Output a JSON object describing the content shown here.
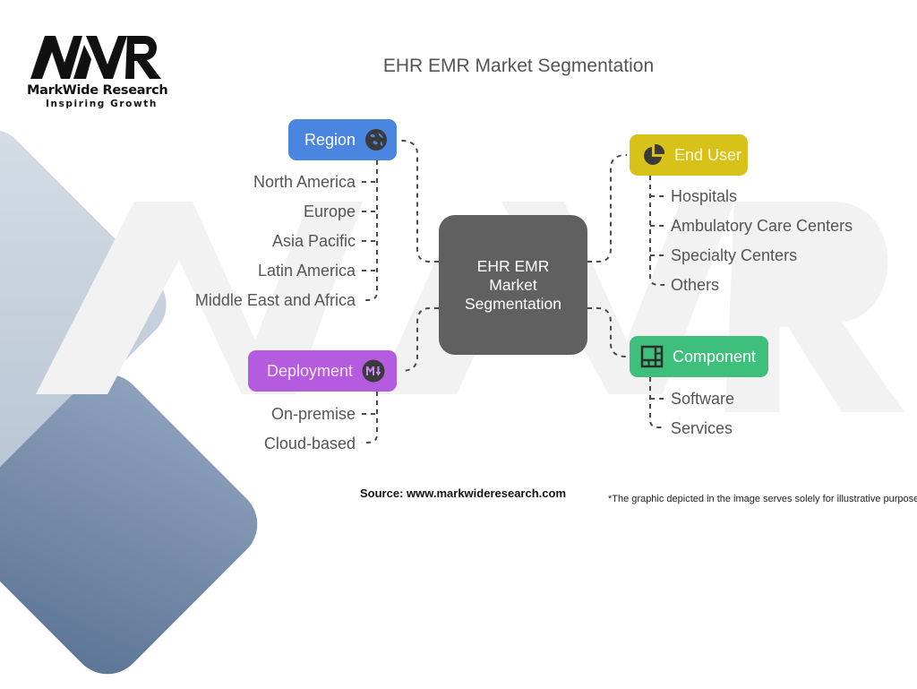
{
  "brand": {
    "logo_text": "MWR",
    "name": "MarkWide Research",
    "tagline": "Inspiring Growth"
  },
  "title": "EHR EMR Market Segmentation",
  "center": {
    "lines": [
      "EHR EMR",
      "Market",
      "Segmentation"
    ]
  },
  "branches": {
    "region": {
      "label": "Region",
      "icon": "globe-icon",
      "color": "#4a86e0",
      "items": [
        "North America",
        "Europe",
        "Asia Pacific",
        "Latin America",
        "Middle East and Africa"
      ]
    },
    "end_user": {
      "label": "End User",
      "icon": "pie-chart-icon",
      "color": "#d8c21a",
      "items": [
        "Hospitals",
        "Ambulatory Care Centers",
        "Specialty Centers",
        "Others"
      ]
    },
    "component": {
      "label": "Component",
      "icon": "layout-grid-icon",
      "color": "#3ebf7c",
      "items": [
        "Software",
        "Services"
      ]
    },
    "deployment": {
      "label": "Deployment",
      "icon": "markdown-icon",
      "color": "#b55be0",
      "items": [
        "On-premise",
        "Cloud-based"
      ]
    }
  },
  "footer": {
    "source": "Source: www.markwideresearch.com",
    "disclaimer": "*The graphic depicted in the image serves solely for illustrative purposes"
  }
}
